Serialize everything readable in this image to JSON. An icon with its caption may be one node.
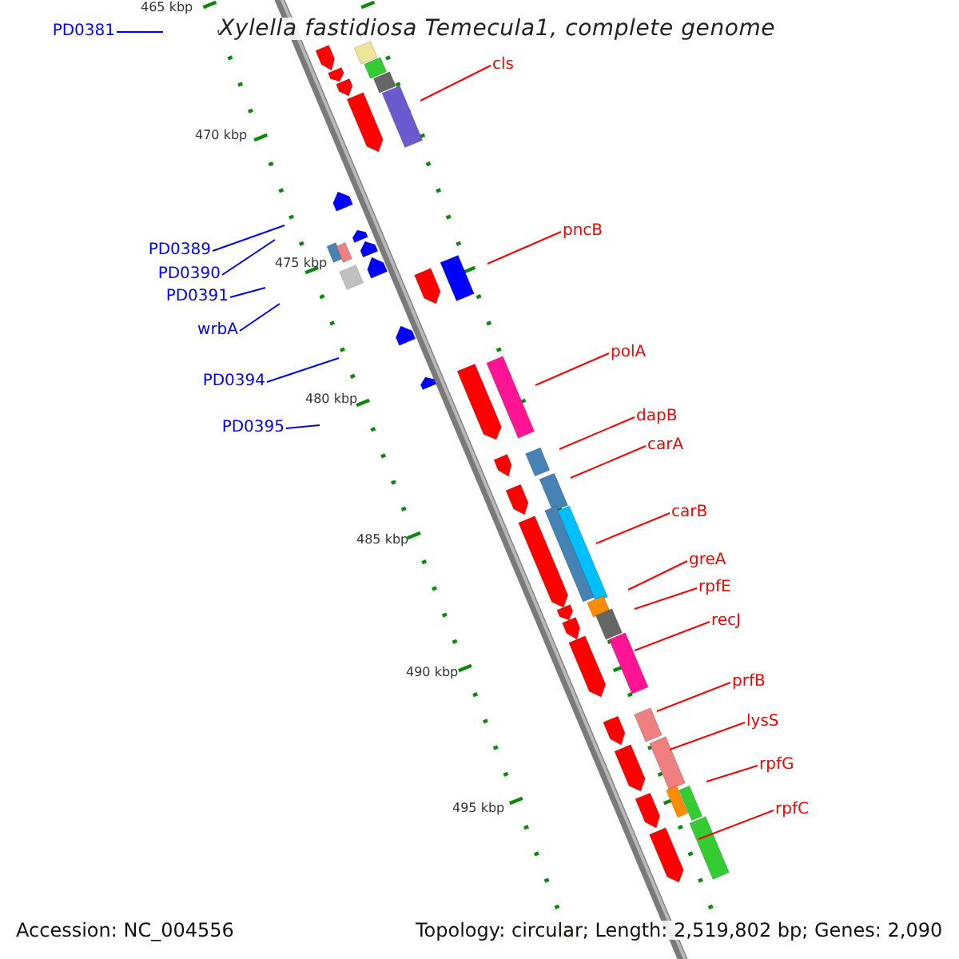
{
  "diagram": {
    "title": "Xylella fastidiosa Temecula1, complete genome",
    "nodes": [
      {
        "text": [
          "PD0381"
        ]
      },
      {
        "text": [
          "cls"
        ]
      },
      {
        "text": [
          "pncB"
        ]
      },
      {
        "text": [
          "PD0389"
        ]
      },
      {
        "text": [
          "PD0390"
        ]
      },
      {
        "text": [
          "PD0391"
        ]
      },
      {
        "text": [
          "wrbA"
        ]
      },
      {
        "text": [
          "polA"
        ]
      },
      {
        "text": [
          "PD0394"
        ]
      },
      {
        "text": [
          "dapB"
        ]
      },
      {
        "text": [
          "PD0395"
        ]
      },
      {
        "text": [
          "carA"
        ]
      },
      {
        "text": [
          "carB"
        ]
      },
      {
        "text": [
          "greA"
        ]
      },
      {
        "text": [
          "rpfE"
        ]
      },
      {
        "text": [
          "recJ"
        ]
      },
      {
        "text": [
          "prfB"
        ]
      },
      {
        "text": [
          "lysS"
        ]
      },
      {
        "text": [
          "rpfG"
        ]
      },
      {
        "text": [
          "rpfC"
        ]
      }
    ],
    "edges": [
      {
        "from": 0,
        "to": null,
        "arrow": "none",
        "color": "#0000ff"
      },
      {
        "from": 1,
        "to": null,
        "arrow": "none"
      },
      {
        "from": 2,
        "to": null,
        "arrow": "none"
      },
      {
        "from": 3,
        "to": null,
        "arrow": "none",
        "color": "#0000ff"
      },
      {
        "from": 4,
        "to": null,
        "arrow": "none",
        "color": "#0000ff"
      },
      {
        "from": 5,
        "to": null,
        "arrow": "none",
        "color": "#0000ff"
      },
      {
        "from": 6,
        "to": null,
        "arrow": "none",
        "color": "#0000ff"
      },
      {
        "from": 7,
        "to": null,
        "arrow": "none"
      },
      {
        "from": 8,
        "to": null,
        "arrow": "none",
        "color": "#0000ff"
      },
      {
        "from": 9,
        "to": null,
        "arrow": "none"
      },
      {
        "from": 10,
        "to": null,
        "arrow": "none",
        "color": "#0000ff"
      },
      {
        "from": 11,
        "to": null,
        "arrow": "none"
      },
      {
        "from": 12,
        "to": null,
        "arrow": "none"
      },
      {
        "from": 13,
        "to": null,
        "arrow": "none"
      },
      {
        "from": 14,
        "to": null,
        "arrow": "none"
      },
      {
        "from": 15,
        "to": null,
        "arrow": "none"
      },
      {
        "from": 16,
        "to": null,
        "arrow": "none"
      },
      {
        "from": 17,
        "to": null,
        "arrow": "none"
      },
      {
        "from": 18,
        "to": null,
        "arrow": "none"
      },
      {
        "from": 19,
        "to": null,
        "arrow": "none"
      }
    ],
    "labels": [
      "465 kbp",
      "470 kbp",
      "475 kbp",
      "480 kbp",
      "485 kbp",
      "490 kbp",
      "495 kbp",
      "Accession: NC_004556",
      "Topology: circular; Length: 2,519,802 bp; Genes: 2,090"
    ]
  }
}
